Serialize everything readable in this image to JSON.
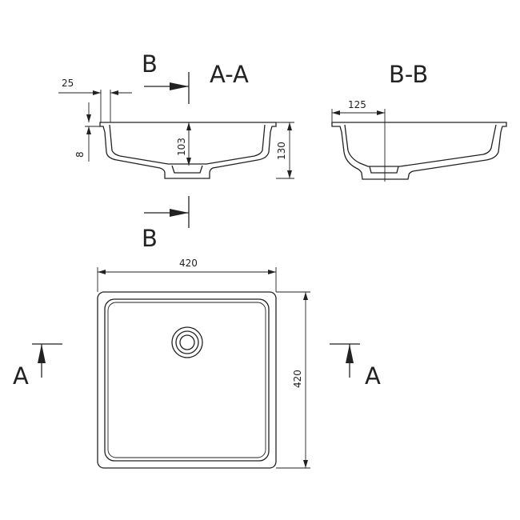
{
  "section_aa": {
    "title": "A-A",
    "dim_width_rim": "25",
    "dim_rim_thickness": "8",
    "dim_inner_depth": "103",
    "dim_total_height": "130"
  },
  "section_bb": {
    "title": "B-B",
    "dim_drain_offset": "125"
  },
  "cut_markers": {
    "b_top": "B",
    "b_bottom": "B",
    "a_left": "A",
    "a_right": "A"
  },
  "plan_view": {
    "dim_width": "420",
    "dim_depth": "420"
  }
}
